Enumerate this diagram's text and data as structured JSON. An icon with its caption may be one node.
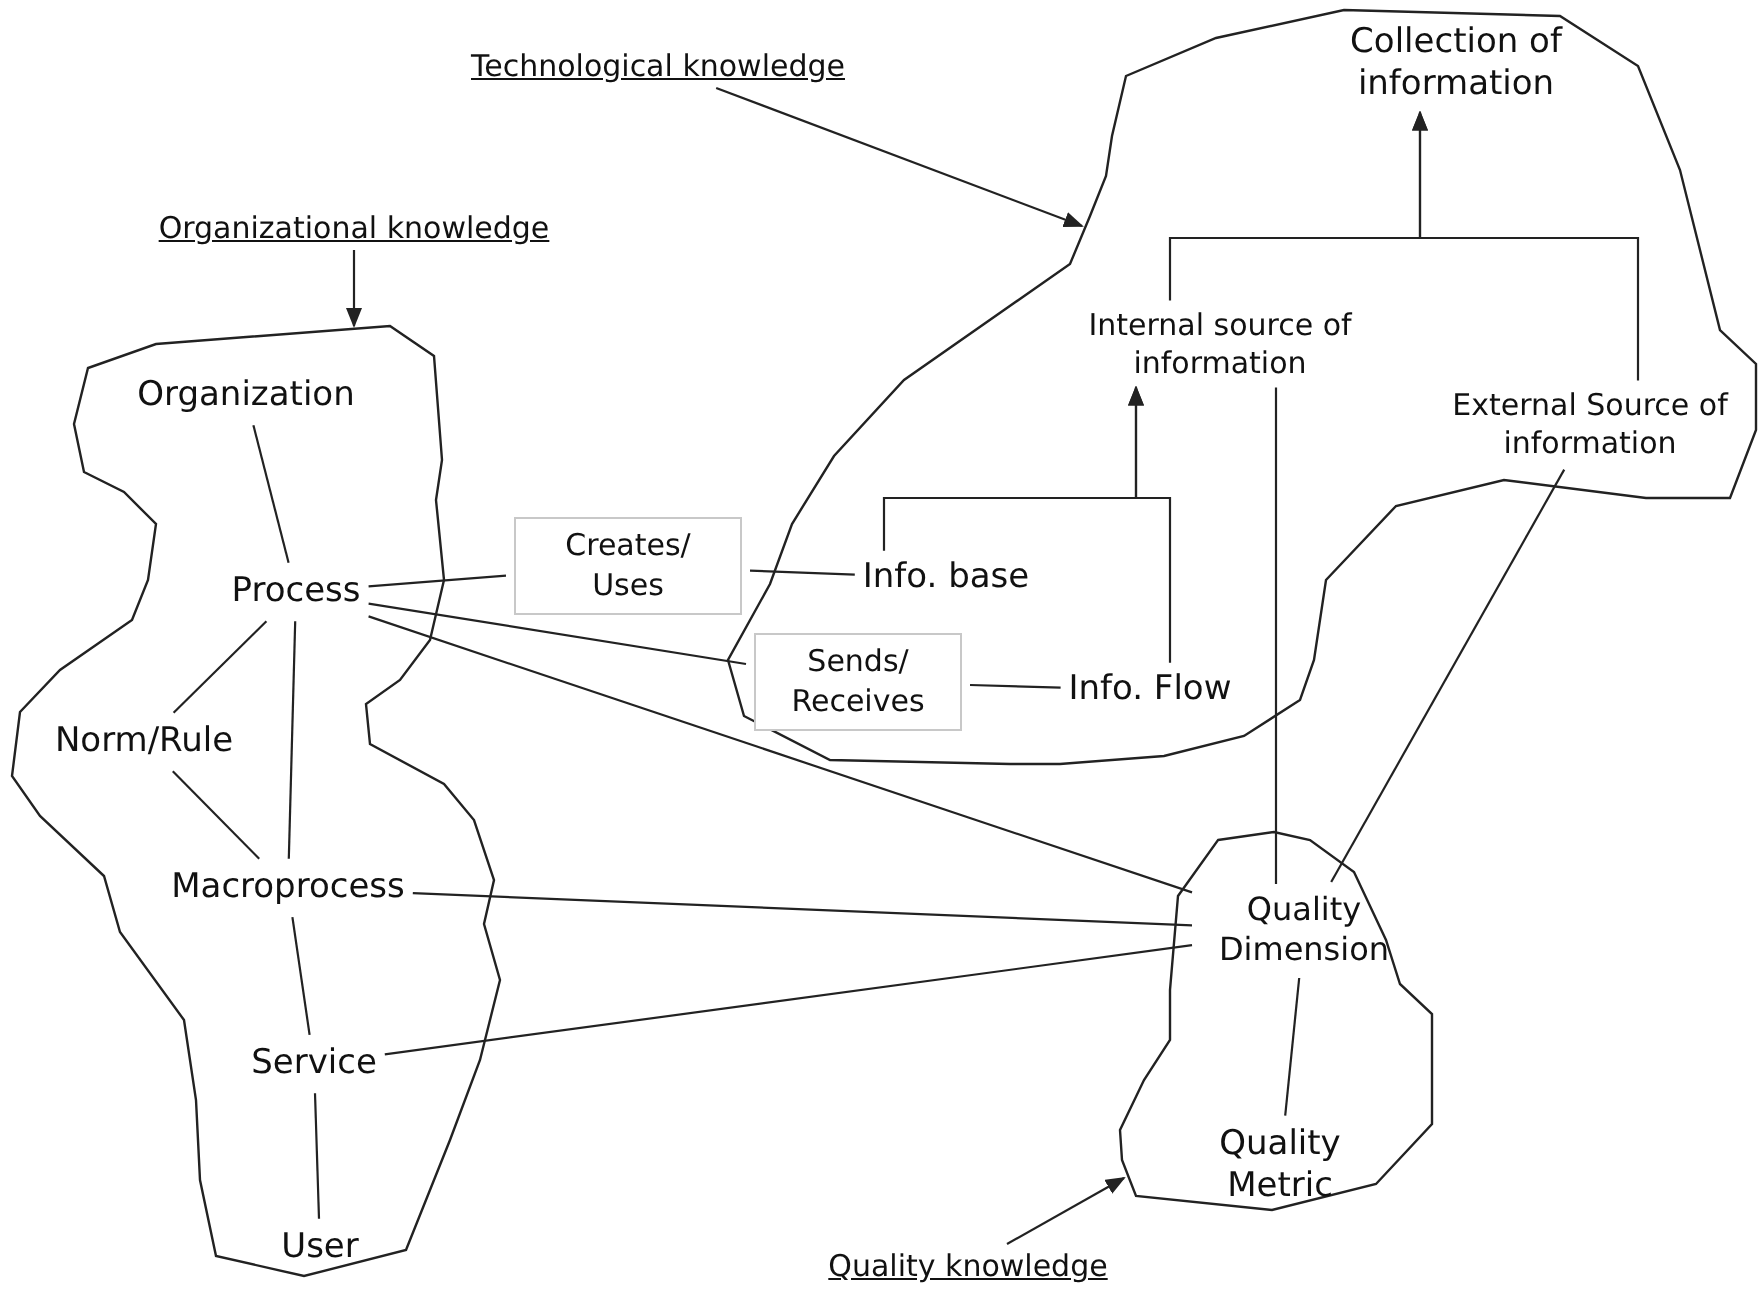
{
  "diagram": {
    "nodes": [
      {
        "text": [
          "Organizational knowledge"
        ]
      },
      {
        "text": [],
        "shape": "cloud"
      },
      {
        "text": [
          "Organization"
        ],
        "in": 1
      },
      {
        "text": [
          "Process"
        ],
        "in": 1
      },
      {
        "text": [
          "Norm/Rule"
        ],
        "in": 1
      },
      {
        "text": [
          "Macroprocess"
        ],
        "in": 1
      },
      {
        "text": [
          "Service"
        ],
        "in": 1
      },
      {
        "text": [
          "User"
        ],
        "in": 1
      },
      {
        "text": [
          "Technological knowledge"
        ]
      },
      {
        "text": [],
        "shape": "cloud"
      },
      {
        "text": [
          "Collection of information"
        ],
        "in": 9
      },
      {
        "text": [
          "Internal source of information"
        ],
        "in": 9
      },
      {
        "text": [
          "External Source of information"
        ],
        "in": 9
      },
      {
        "text": [
          "Info. base"
        ],
        "in": 9
      },
      {
        "text": [
          "Info. Flow"
        ],
        "in": 9
      },
      {
        "text": [
          "Creates/ Uses"
        ]
      },
      {
        "text": [
          "Sends/ Receives"
        ],
        "in": 9
      },
      {
        "text": [
          "Quality knowledge"
        ]
      },
      {
        "text": [],
        "shape": "cloud"
      },
      {
        "text": [
          "Quality Dimension"
        ],
        "in": 18
      },
      {
        "text": [
          "Quality Metric"
        ],
        "in": 18
      }
    ],
    "edges": [
      {
        "from": 0,
        "to": 1,
        "arrow": "to"
      },
      {
        "from": 8,
        "to": 9,
        "arrow": "to"
      },
      {
        "from": 17,
        "to": 18,
        "arrow": "to"
      },
      {
        "from": 2,
        "to": 3,
        "arrow": "none"
      },
      {
        "from": 3,
        "to": 4,
        "arrow": "none"
      },
      {
        "from": 4,
        "to": 5,
        "arrow": "none"
      },
      {
        "from": 3,
        "to": 5,
        "arrow": "none"
      },
      {
        "from": 5,
        "to": 6,
        "arrow": "none"
      },
      {
        "from": 6,
        "to": 7,
        "arrow": "none"
      },
      {
        "from": 3,
        "to": 15,
        "arrow": "none"
      },
      {
        "from": 15,
        "to": 13,
        "arrow": "none"
      },
      {
        "from": 3,
        "to": 16,
        "arrow": "none"
      },
      {
        "from": 16,
        "to": 14,
        "arrow": "none"
      },
      {
        "from": 13,
        "to": 11,
        "arrow": "to"
      },
      {
        "from": 14,
        "to": 11,
        "arrow": "to"
      },
      {
        "from": 11,
        "to": 10,
        "arrow": "to"
      },
      {
        "from": 12,
        "to": 10,
        "arrow": "to"
      },
      {
        "from": 3,
        "to": 19,
        "arrow": "none"
      },
      {
        "from": 5,
        "to": 19,
        "arrow": "none"
      },
      {
        "from": 6,
        "to": 19,
        "arrow": "none"
      },
      {
        "from": 11,
        "to": 19,
        "arrow": "none"
      },
      {
        "from": 12,
        "to": 19,
        "arrow": "none"
      },
      {
        "from": 19,
        "to": 20,
        "arrow": "none"
      }
    ]
  }
}
